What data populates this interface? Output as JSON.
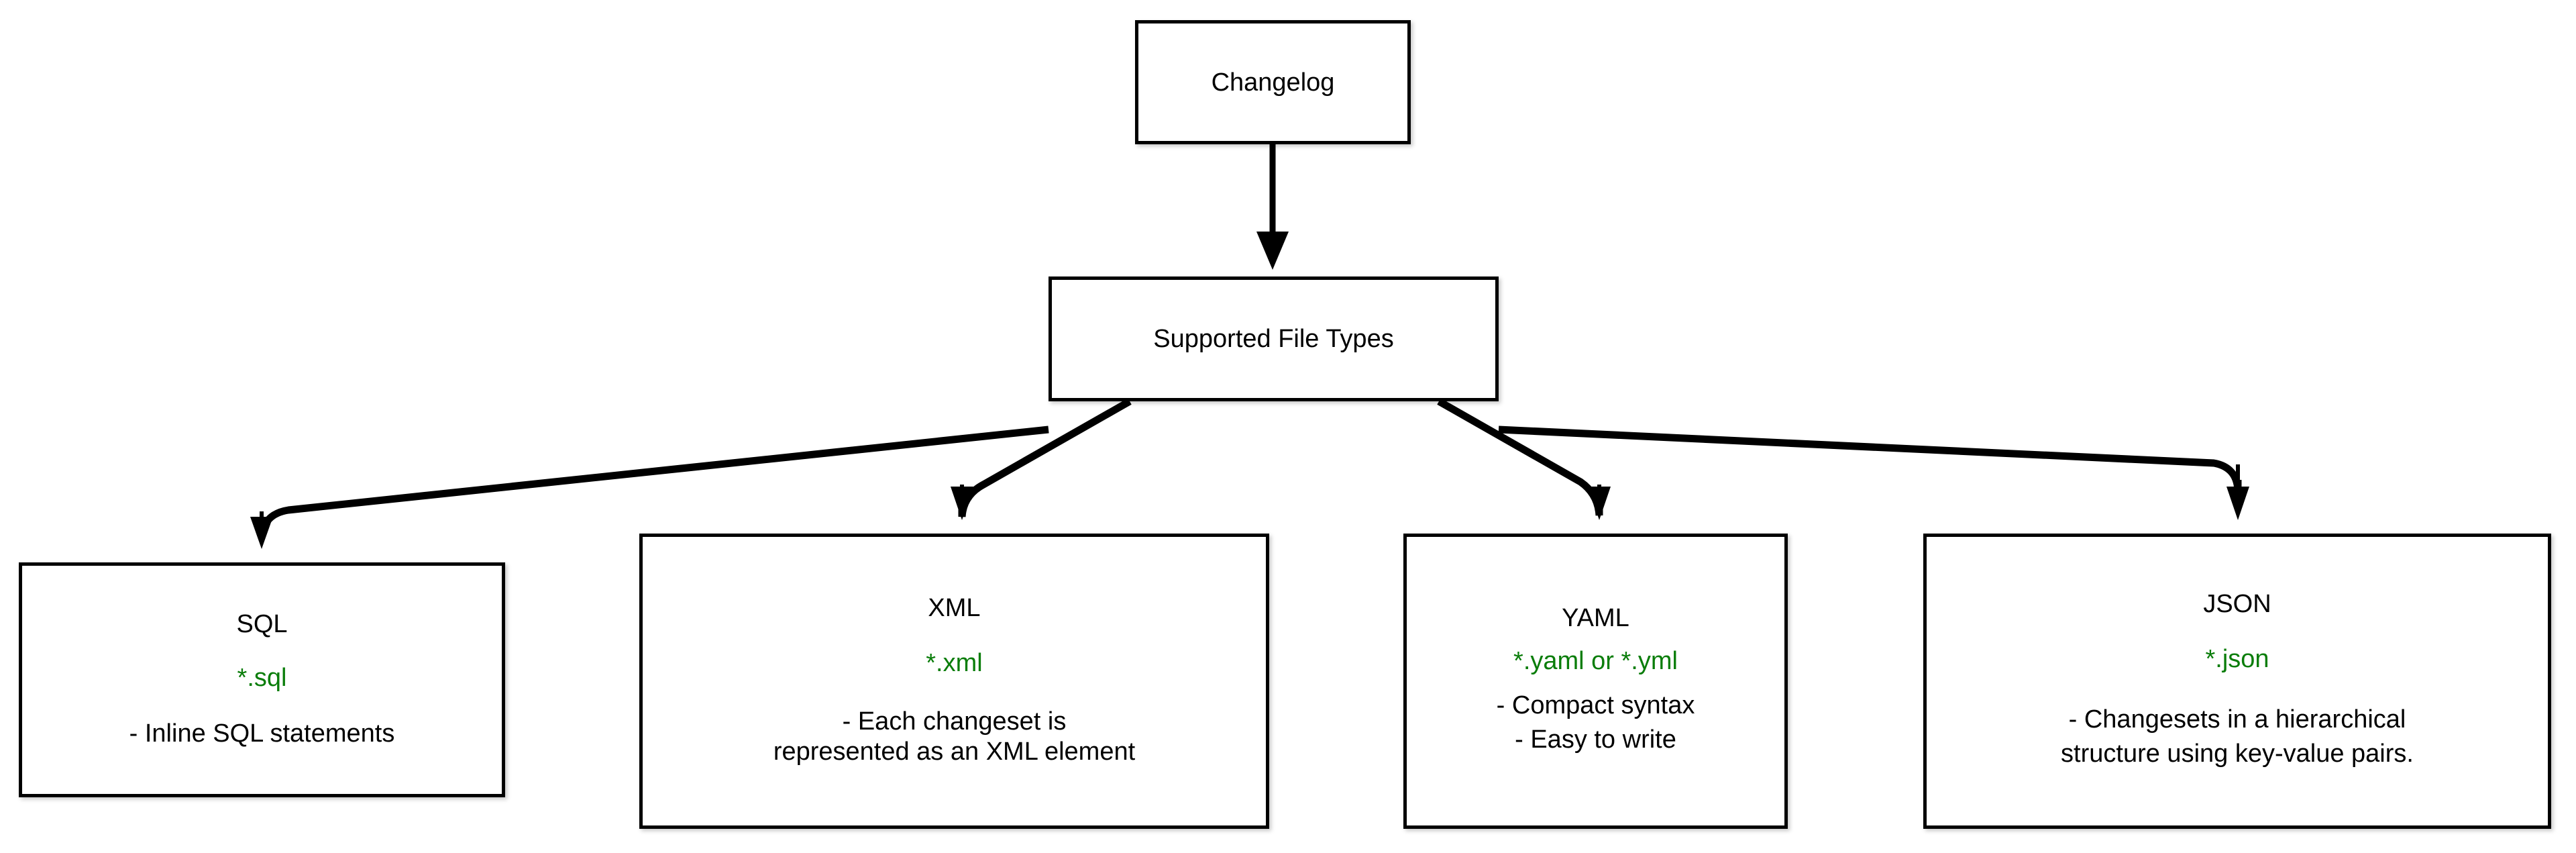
{
  "diagram": {
    "title": "Changelog Supported File Types",
    "accent_green": "#0a7d0a",
    "edge_color": "#000000",
    "node_border_color": "#000000",
    "node_fill_color": "#ffffff",
    "background": "#ffffff",
    "nodes": {
      "changelog": {
        "label": "Changelog"
      },
      "supported": {
        "label": "Supported File Types"
      },
      "sql": {
        "title": "SQL",
        "extension": "*.sql",
        "description": "- Inline SQL statements"
      },
      "xml": {
        "title": "XML",
        "extension": "*.xml",
        "description_line1": "- Each changeset is",
        "description_line2": "represented as an XML element"
      },
      "yaml": {
        "title": "YAML",
        "extension": "*.yaml or *.yml",
        "description_line1": "- Compact syntax",
        "description_line2": "- Easy to write"
      },
      "json": {
        "title": "JSON",
        "extension": "*.json",
        "description_line1": "- Changesets in a hierarchical",
        "description_line2": "structure using key-value pairs."
      }
    },
    "edges": [
      {
        "from": "changelog",
        "to": "supported",
        "arrow": "arrowhead-down"
      },
      {
        "from": "supported",
        "to": "sql",
        "arrow": "arrowhead-down"
      },
      {
        "from": "supported",
        "to": "xml",
        "arrow": "arrowhead-down"
      },
      {
        "from": "supported",
        "to": "yaml",
        "arrow": "arrowhead-down"
      },
      {
        "from": "supported",
        "to": "json",
        "arrow": "arrowhead-down"
      }
    ]
  }
}
